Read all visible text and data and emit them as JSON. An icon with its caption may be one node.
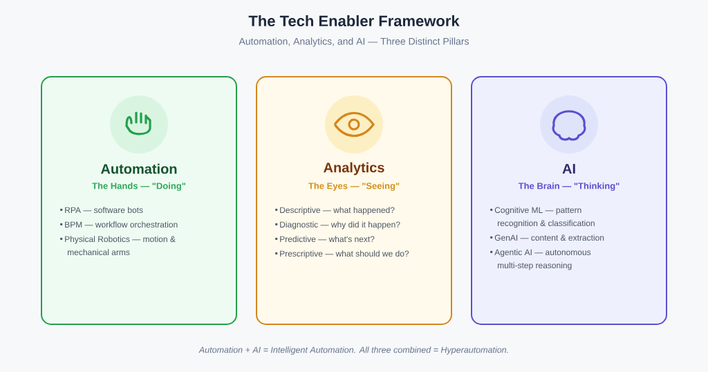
{
  "diagram": {
    "title": "The Tech Enabler Framework",
    "caption": "Automation + AI = Intelligent Automation. All three combined = Hyperautomation.",
    "labels": [
      "Automation, Analytics, and AI — Three Distinct Pillars"
    ],
    "nodes": [
      {
        "text": [
          "Automation",
          "The Hands — \"Doing\"",
          "RPA — software bots",
          "BPM — workflow orchestration",
          "Physical Robotics — motion & mechanical arms"
        ]
      },
      {
        "text": [
          "Analytics",
          "The Eyes — \"Seeing\"",
          "Descriptive — what happened?",
          "Diagnostic — why did it happen?",
          "Predictive — what's next?",
          "Prescriptive — what should we do?"
        ]
      },
      {
        "text": [
          "AI",
          "The Brain — \"Thinking\"",
          "Cognitive ML — pattern recognition & classification",
          "GenAI — content & extraction",
          "Agentic AI — autonomous multi-step reasoning"
        ]
      }
    ],
    "edges": []
  }
}
